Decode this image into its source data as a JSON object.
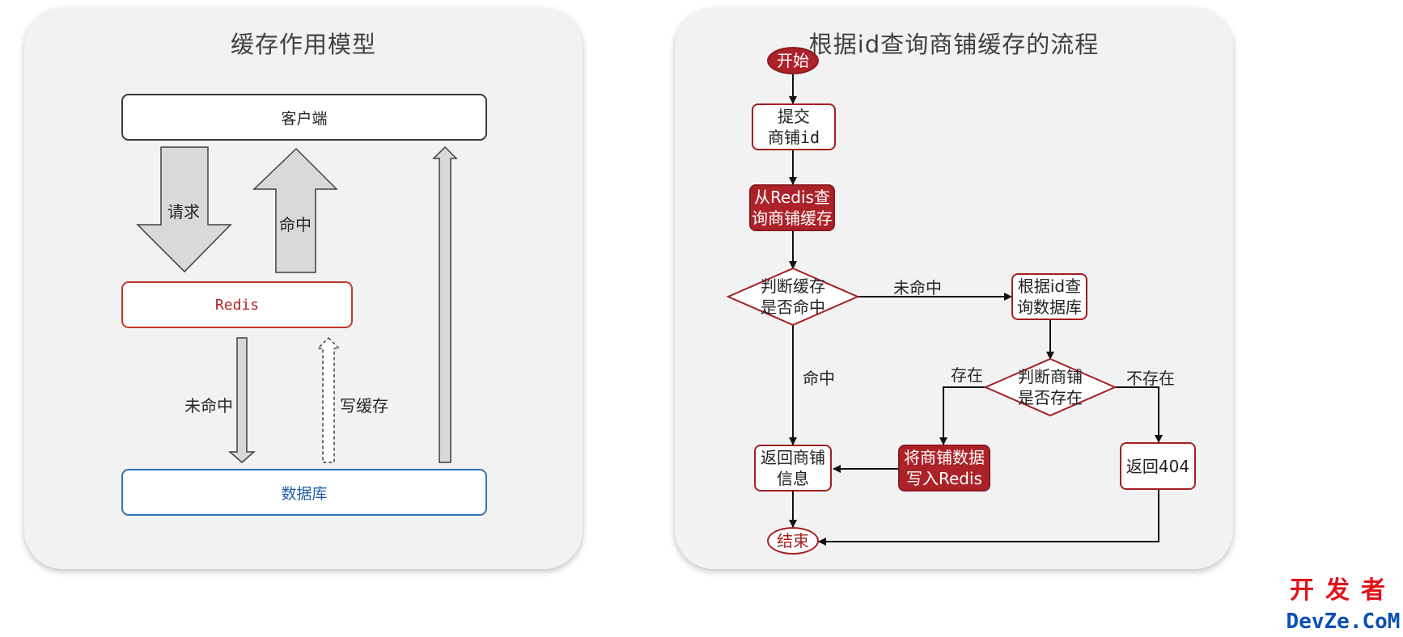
{
  "left": {
    "title": "缓存作用模型",
    "client": "客户端",
    "redis": "Redis",
    "database": "数据库",
    "request": "请求",
    "hit": "命中",
    "miss": "未命中",
    "write_cache": "写缓存"
  },
  "right": {
    "title": "根据id查询商铺缓存的流程",
    "start": "开始",
    "submit": [
      "提交",
      "商铺id"
    ],
    "query_redis": [
      "从Redis查",
      "询商铺缓存"
    ],
    "judge_hit": [
      "判断缓存",
      "是否命中"
    ],
    "miss_label": "未命中",
    "query_db": [
      "根据id查",
      "询数据库"
    ],
    "hit_label": "命中",
    "judge_exist": [
      "判断商铺",
      "是否存在"
    ],
    "exist_label": "存在",
    "not_exist_label": "不存在",
    "return_info": [
      "返回商铺",
      "信息"
    ],
    "write_redis": [
      "将商铺数据",
      "写入Redis"
    ],
    "return_404": "返回404",
    "end": "结束"
  },
  "watermark": {
    "top": "开发者",
    "bottom": "DevZe.CoM"
  },
  "colors": {
    "panel": "#f2f2f2",
    "accent_red": "#ab2228",
    "redis_border": "#c0392b",
    "db_border": "#2e75b6"
  }
}
